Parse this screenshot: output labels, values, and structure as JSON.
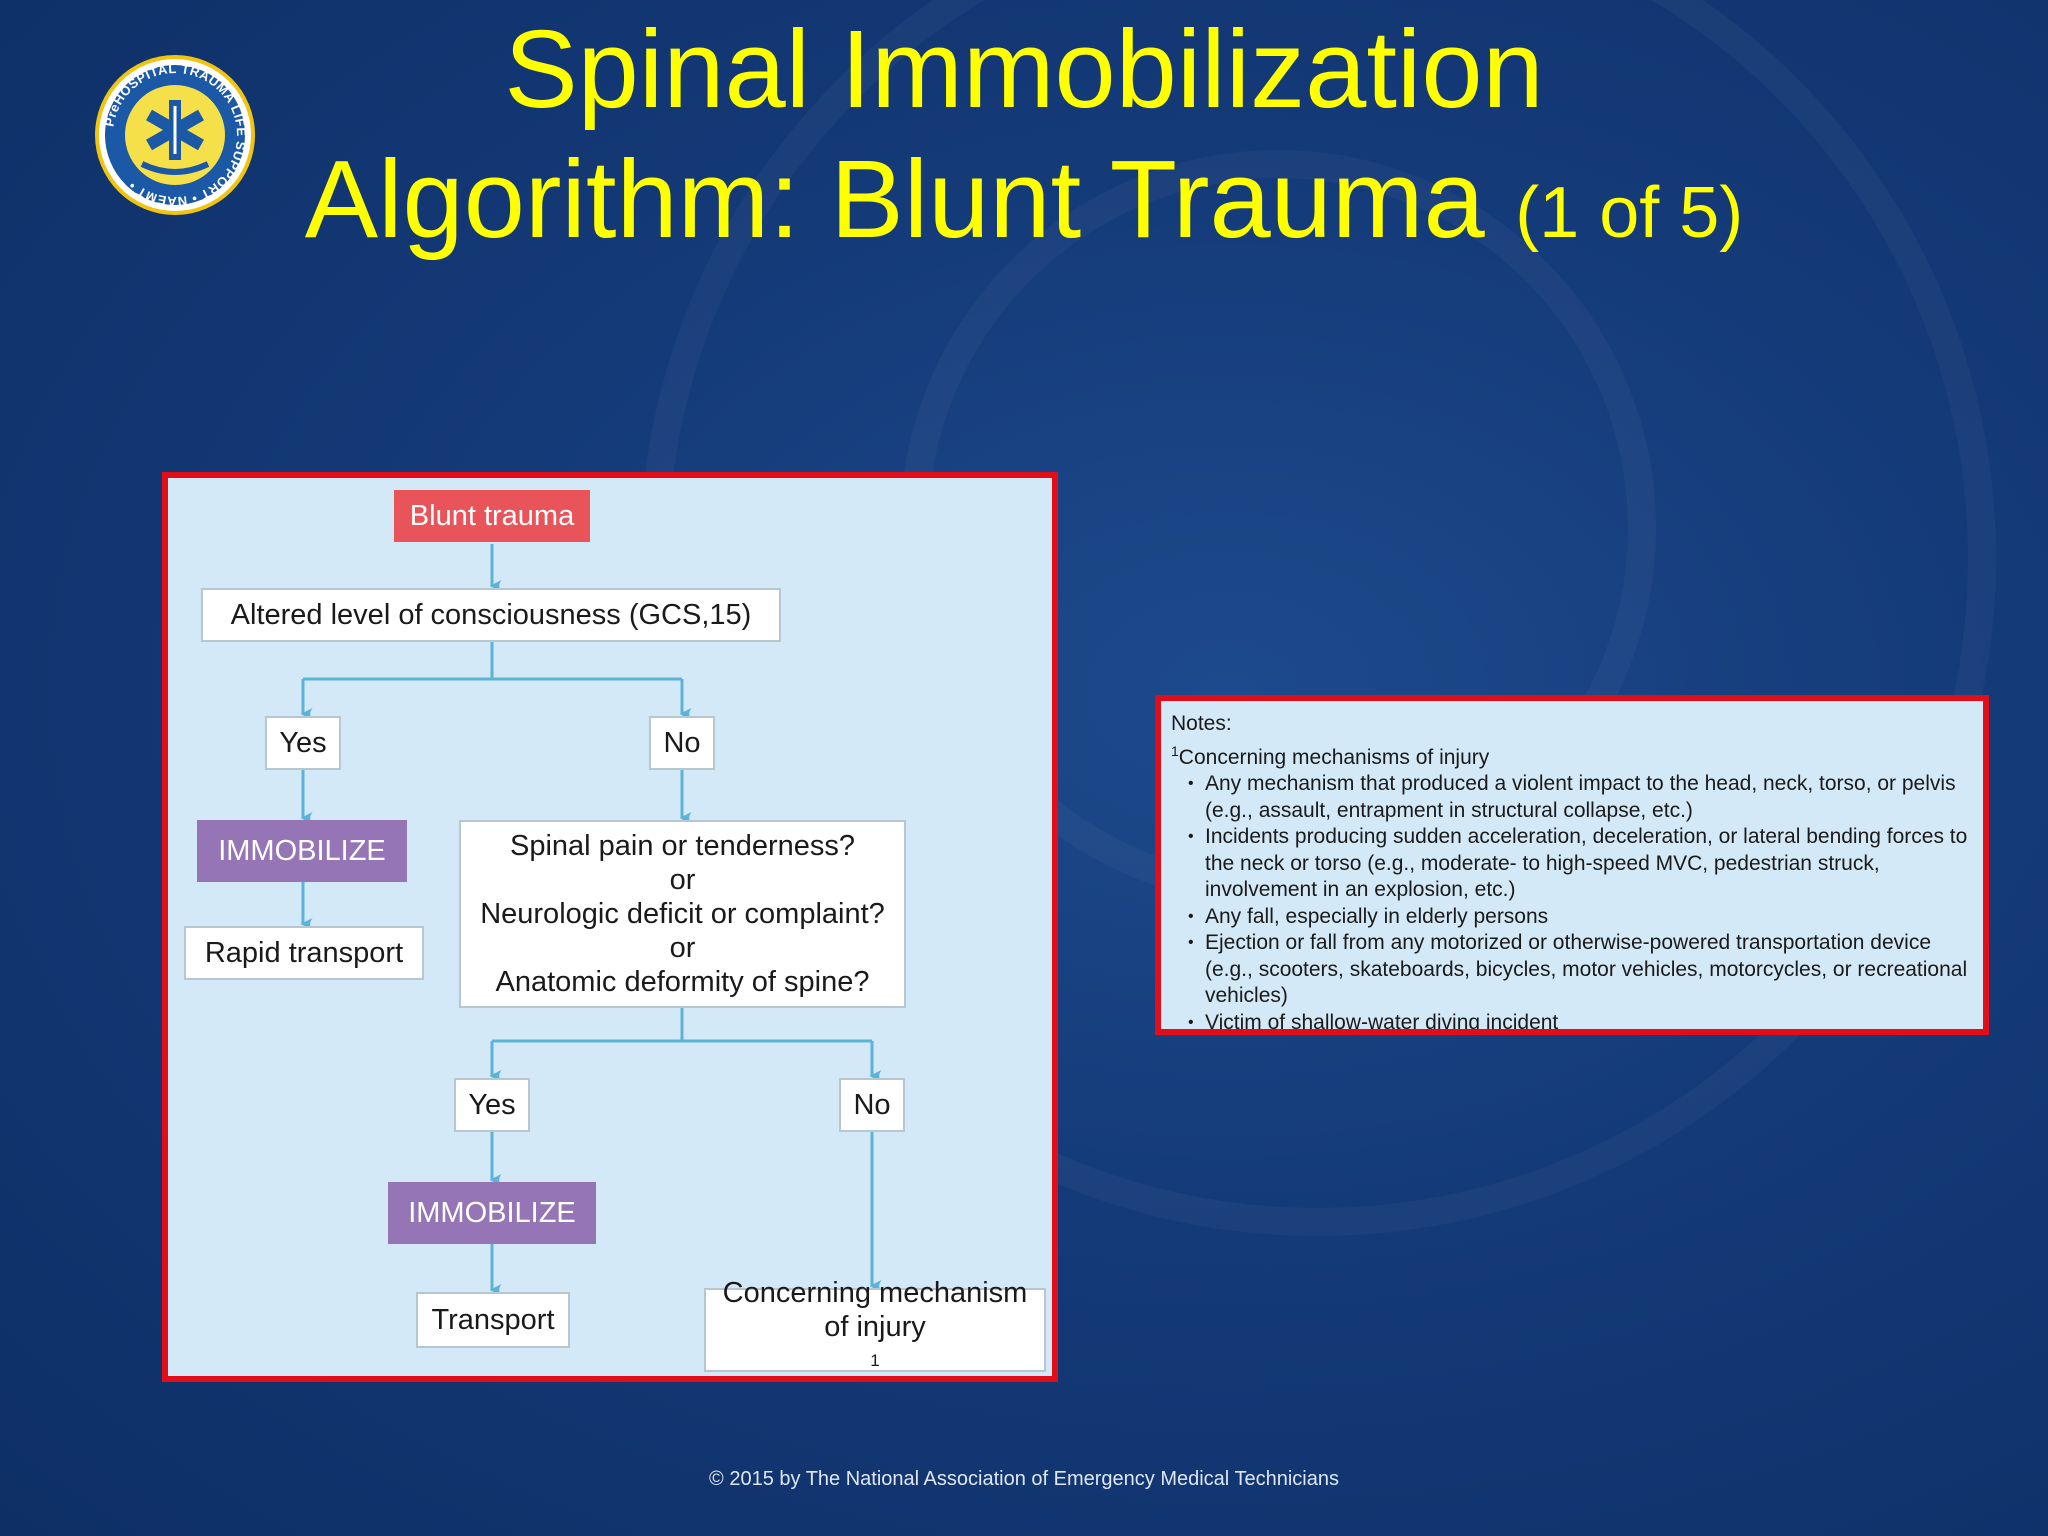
{
  "slide": {
    "title_line1": "Spinal Immobilization",
    "title_line2": "Algorithm: Blunt Trauma",
    "title_part": "(1 of 5)",
    "logo": {
      "icon": "star-of-life-icon",
      "text": "PreHOSPITAL TRAUMA LIFE SUPPORT • NAEMT •"
    },
    "footer": "© 2015 by The National Association of Emergency Medical Technicians"
  },
  "flowchart": {
    "start": "Blunt trauma",
    "q1": "Altered level of consciousness (GCS,15)",
    "q1_yes": "Yes",
    "q1_no": "No",
    "immobilize1": "IMMOBILIZE",
    "rapid_transport": "Rapid transport",
    "q2": [
      "Spinal pain or tenderness?",
      "or",
      "Neurologic deficit or complaint?",
      "or",
      "Anatomic deformity of spine?"
    ],
    "q2_yes": "Yes",
    "q2_no": "No",
    "immobilize2": "IMMOBILIZE",
    "transport": "Transport",
    "concerning_line1": "Concerning mechanism",
    "concerning_line2": "of injury",
    "concerning_sup": "1"
  },
  "notes": {
    "label": "Notes:",
    "ref_sup": "1",
    "heading": "Concerning mechanisms of injury",
    "items": [
      "Any mechanism that produced a violent impact to the head, neck, torso, or pelvis (e.g., assault, entrapment in structural collapse, etc.)",
      "Incidents producing sudden acceleration, deceleration, or lateral bending forces to the neck or torso (e.g., moderate- to high-speed MVC, pedestrian struck, involvement in an explosion, etc.)",
      "Any fall, especially in elderly persons",
      "Ejection or fall from any motorized or otherwise-powered transportation device (e.g., scooters, skateboards, bicycles, motor vehicles, motorcycles, or recreational vehicles)",
      "Victim of shallow-water diving incident"
    ]
  },
  "colors": {
    "title": "#ffff00",
    "border": "#e10e1a",
    "panel": "#d4e9f7",
    "start_box": "#e8545a",
    "immobilize_box": "#9575b6",
    "arrow": "#5ab3d9"
  }
}
